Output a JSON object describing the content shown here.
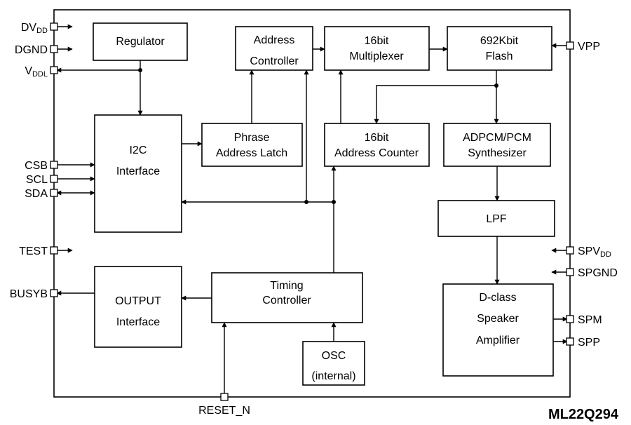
{
  "diagram": {
    "chip_name": "ML22Q294",
    "blocks": {
      "regulator": [
        "Regulator"
      ],
      "address_controller": [
        "Address",
        "Controller"
      ],
      "multiplexer": [
        "16bit",
        "Multiplexer"
      ],
      "flash": [
        "692Kbit",
        "Flash"
      ],
      "i2c_interface": [
        "I2C",
        "Interface"
      ],
      "phrase_address_latch": [
        "Phrase",
        "Address Latch"
      ],
      "address_counter": [
        "16bit",
        "Address Counter"
      ],
      "synthesizer": [
        "ADPCM/PCM",
        "Synthesizer"
      ],
      "lpf": [
        "LPF"
      ],
      "output_interface": [
        "OUTPUT",
        "Interface"
      ],
      "timing_controller": [
        "Timing",
        "Controller"
      ],
      "osc": [
        "OSC",
        "(internal)"
      ],
      "speaker_amplifier": [
        "D-class",
        "Speaker",
        "Amplifier"
      ]
    },
    "pins": {
      "dvdd": {
        "main": "DV",
        "sub": "DD"
      },
      "dgnd": {
        "main": "DGND",
        "sub": ""
      },
      "vddl": {
        "main": "V",
        "sub": "DDL"
      },
      "csb": {
        "main": "CSB",
        "sub": ""
      },
      "scl": {
        "main": "SCL",
        "sub": ""
      },
      "sda": {
        "main": "SDA",
        "sub": ""
      },
      "test": {
        "main": "TEST",
        "sub": ""
      },
      "busyb": {
        "main": "BUSYB",
        "sub": ""
      },
      "reset_n": {
        "main": "RESET_N",
        "sub": ""
      },
      "vpp": {
        "main": "VPP",
        "sub": ""
      },
      "spvdd": {
        "main": "SPV",
        "sub": "DD"
      },
      "spgnd": {
        "main": "SPGND",
        "sub": ""
      },
      "spm": {
        "main": "SPM",
        "sub": ""
      },
      "spp": {
        "main": "SPP",
        "sub": ""
      }
    }
  }
}
